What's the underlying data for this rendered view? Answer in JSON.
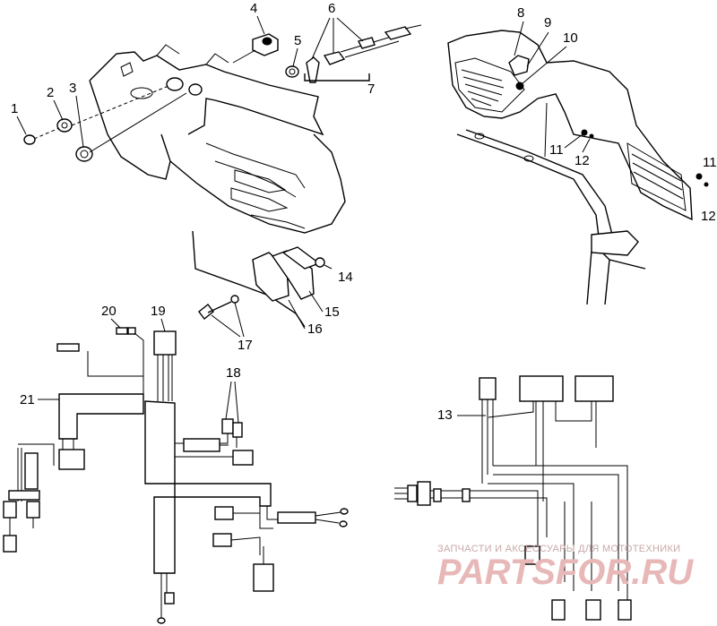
{
  "callouts": {
    "c1": "1",
    "c2": "2",
    "c3": "3",
    "c4": "4",
    "c5": "5",
    "c6": "6",
    "c7": "7",
    "c8": "8",
    "c9": "9",
    "c10": "10",
    "c11a": "11",
    "c12a": "12",
    "c11b": "11",
    "c12b": "12",
    "c13": "13",
    "c14": "14",
    "c15": "15",
    "c16": "16",
    "c17": "17",
    "c18": "18",
    "c19": "19",
    "c20": "20",
    "c21": "21"
  },
  "watermark": {
    "tagline": "ЗАПЧАСТИ И АКСЕССУАРЫ ДЛЯ МОТОТЕХНИКИ",
    "logo": "PARTSFOR.RU"
  },
  "colors": {
    "line": "#000000",
    "watermark": "#e8b8b8"
  }
}
